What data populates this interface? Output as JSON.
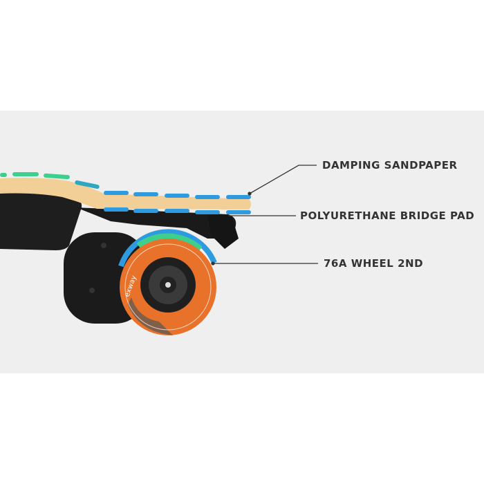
{
  "callouts": [
    {
      "text": "DAMPING  SANDPAPER"
    },
    {
      "text": "POLYURETHANE  BRIDGE  PAD"
    },
    {
      "text": "76A WHEEL 2ND"
    }
  ],
  "wheel_brand": "exway",
  "colors": {
    "background": "#efefef",
    "deck_wood": "#f1cf97",
    "pad_blue": "#2e9be0",
    "pad_green": "#3cd08c",
    "wheel_orange": "#e8722a",
    "text": "#333333"
  }
}
